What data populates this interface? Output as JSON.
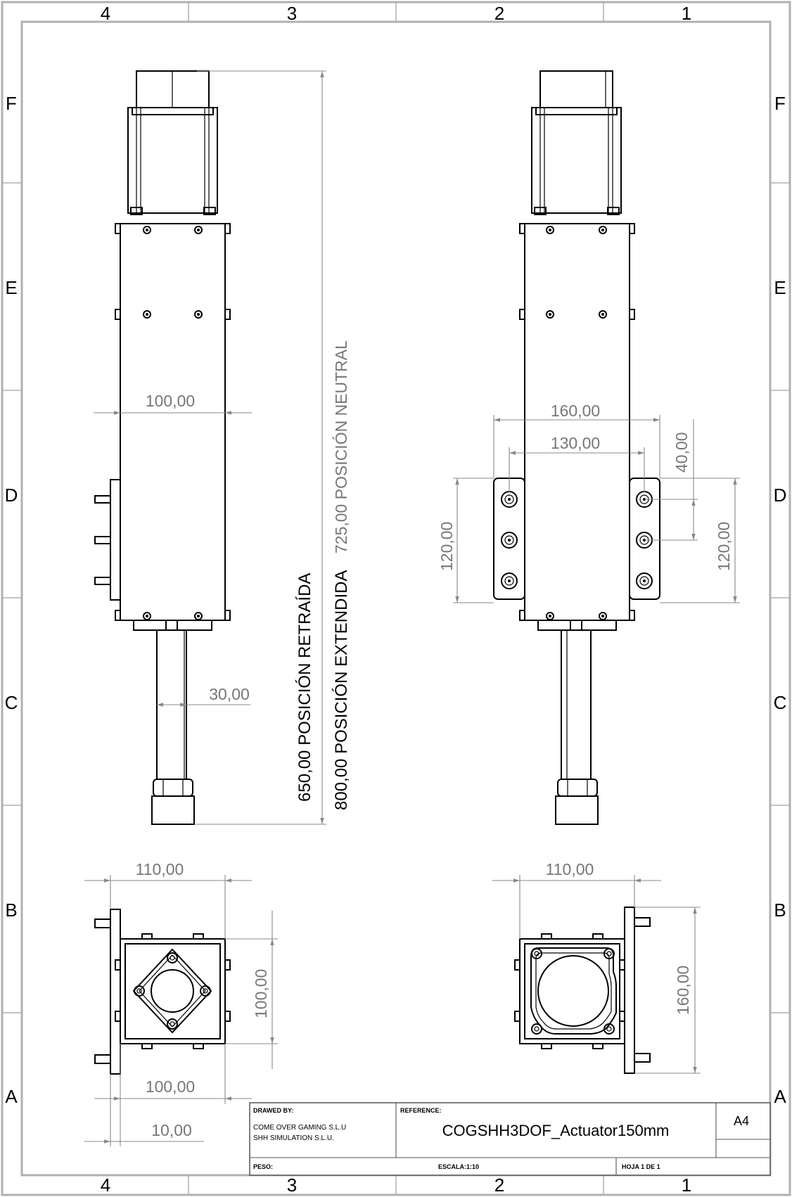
{
  "border": {
    "columns": [
      "4",
      "3",
      "2",
      "1"
    ],
    "rows": [
      "F",
      "E",
      "D",
      "C",
      "B",
      "A"
    ]
  },
  "front_view": {
    "width_dim": "100,00",
    "rod_dim": "30,00",
    "retracted_dim": "650,00 POSICIÓN RETRAÍDA",
    "extended_dim": "800,00 POSICIÓN EXTENDIDA",
    "neutral_dim": "725,00  POSICIÓN NEUTRAL"
  },
  "side_view": {
    "outer_width_dim": "160,00",
    "inner_width_dim": "130,00",
    "left_height_dim": "120,00",
    "right_height_dim": "120,00",
    "hole_spacing_dim": "40,00"
  },
  "bottom_left_view": {
    "top_width_dim": "110,00",
    "bottom_width_dim": "100,00",
    "height_dim": "100,00",
    "flange_dim": "10,00"
  },
  "bottom_right_view": {
    "top_width_dim": "110,00",
    "height_dim": "160,00"
  },
  "title_block": {
    "drawn_by_label": "DRAWED BY:",
    "drawn_by_line1": "COME OVER GAMING S.L.U",
    "drawn_by_line2": "SHH SIMULATION S.L.U.",
    "reference_label": "REFERENCE:",
    "reference": "COGSHH3DOF_Actuator150mm",
    "paper_size": "A4",
    "weight_label": "PESO:",
    "scale": "ESCALA:1:10",
    "sheet": "HOJA 1 DE 1"
  }
}
